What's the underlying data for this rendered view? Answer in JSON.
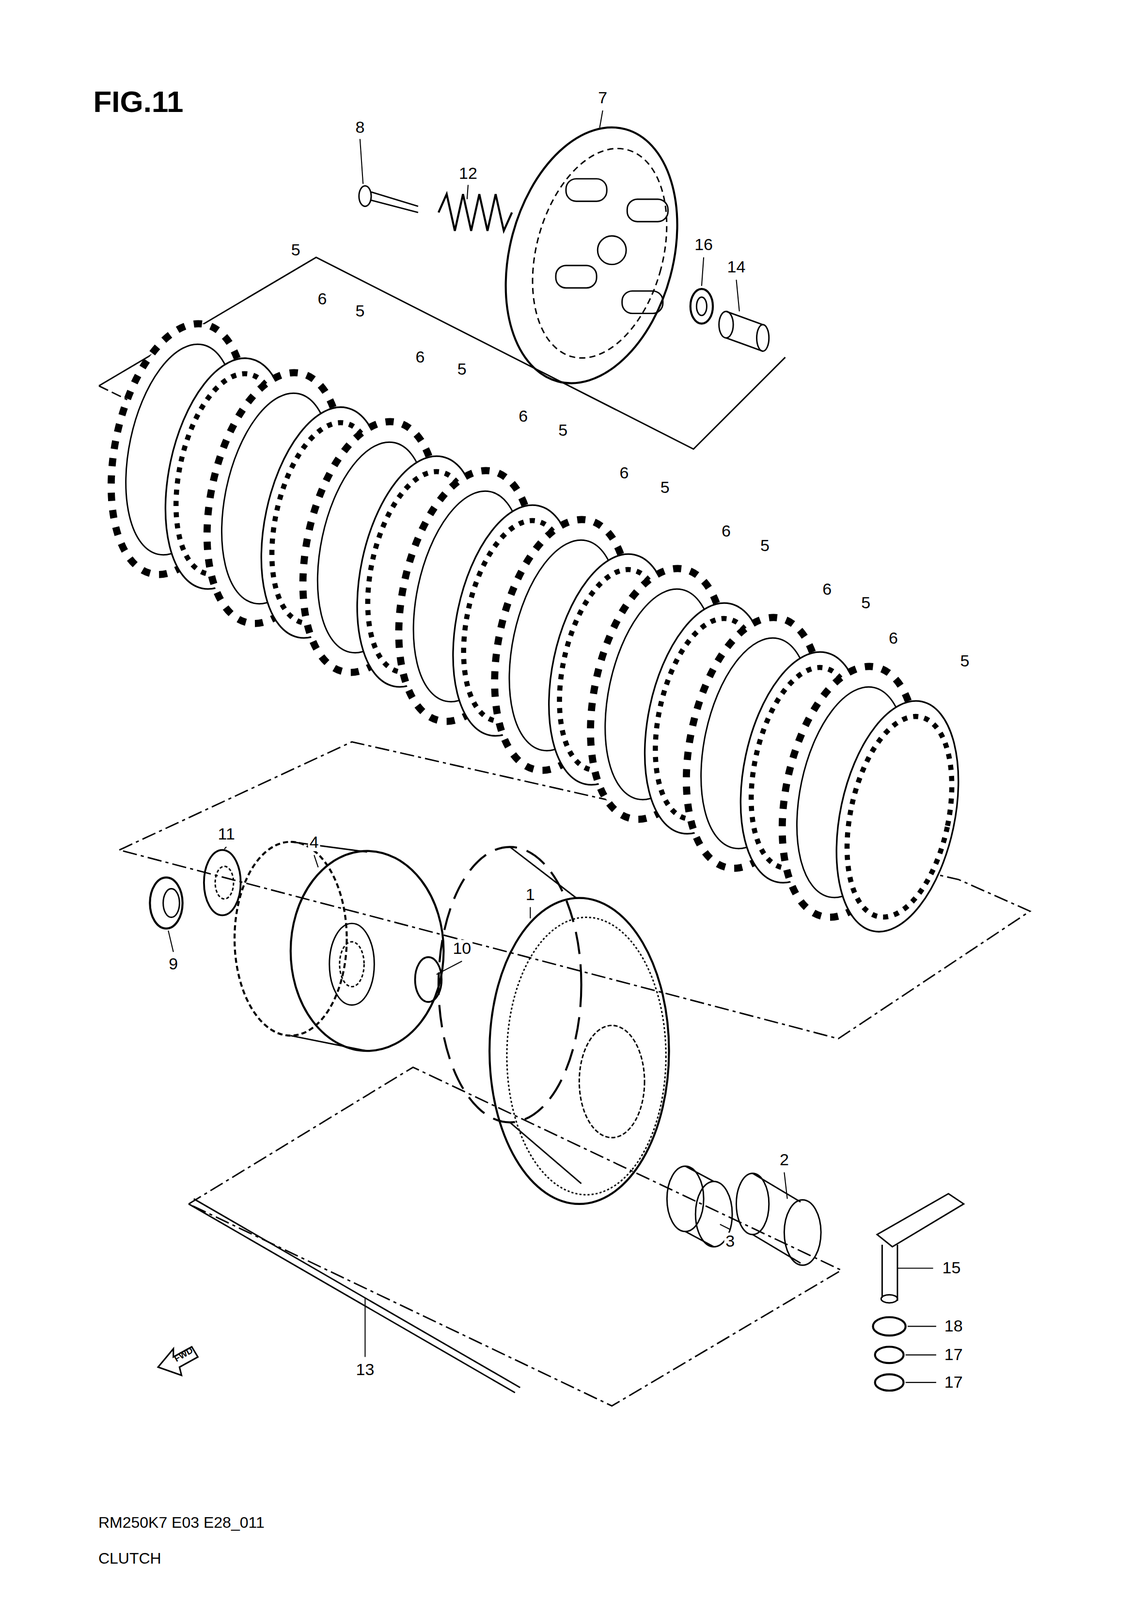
{
  "diagram": {
    "title": "FIG.11",
    "caption": "CLUTCH",
    "labels": [
      "8",
      "12",
      "7",
      "16",
      "14",
      "5",
      "6",
      "5",
      "6",
      "5",
      "6",
      "5",
      "6",
      "5",
      "6",
      "5",
      "6",
      "5",
      "6",
      "5",
      "11",
      "4",
      "9",
      "10",
      "1",
      "2",
      "3",
      "15",
      "18",
      "17",
      "17",
      "13",
      "FWD",
      "RM250K7 E03 E28_011"
    ]
  }
}
